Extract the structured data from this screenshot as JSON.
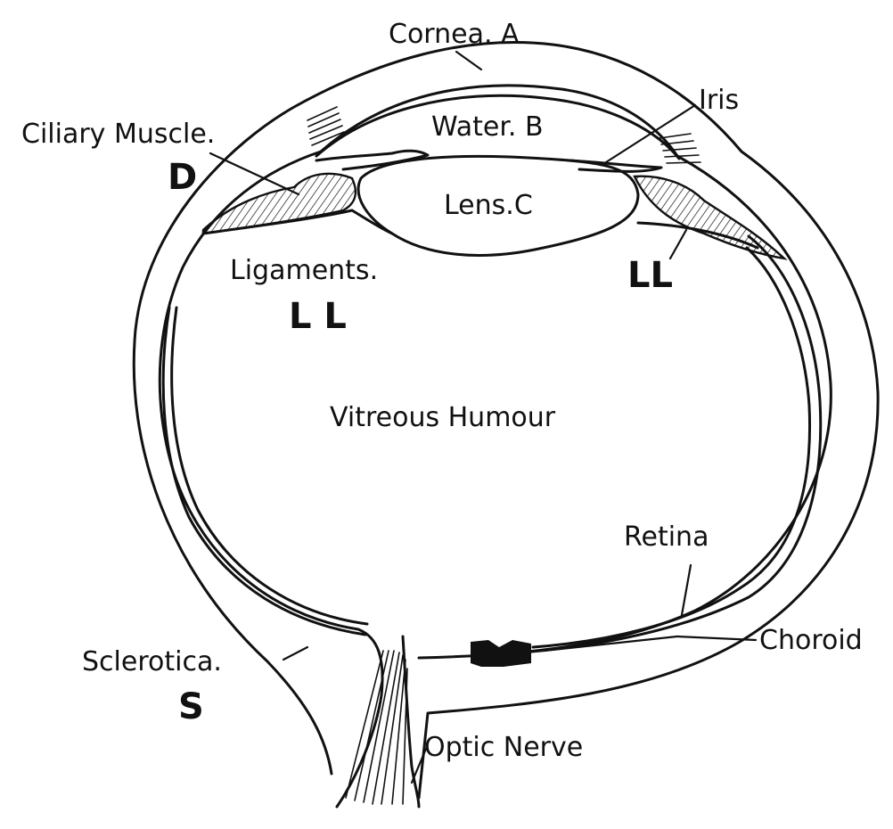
{
  "labels": {
    "cornea": "Cornea. A",
    "iris": "Iris",
    "water": "Water. B",
    "ciliary_muscle": "Ciliary Muscle.",
    "ciliary_letter": "D",
    "lens": "Lens.C",
    "ligaments": "Ligaments.",
    "ligaments_letters_left": "L L",
    "ligaments_letters_right": "LL",
    "vitreous": "Vitreous  Humour",
    "retina": "Retina",
    "choroid": "Choroid",
    "sclerotica": "Sclerotica.",
    "sclerotica_letter": "S",
    "optic_nerve": "Optic Nerve"
  }
}
